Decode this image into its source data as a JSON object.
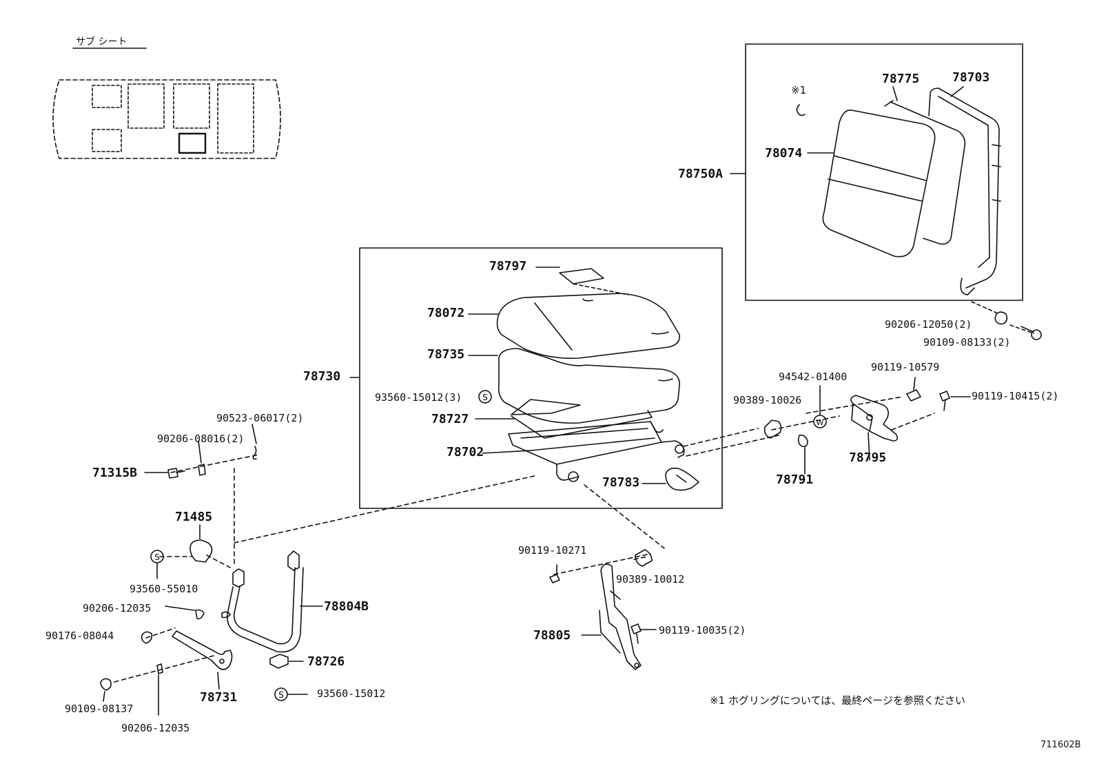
{
  "inset_title": "サブ シート",
  "note_mark": "※1",
  "note_text": "※1 ホグリングについては、最終ページを参照ください",
  "figure_id": "711602B",
  "circle_s": "S",
  "circle_w": "W",
  "parts": {
    "p78775": "78775",
    "p78703": "78703",
    "p78074": "78074",
    "p78750A": "78750A",
    "p78797": "78797",
    "p78072": "78072",
    "p78735": "78735",
    "p78730": "78730",
    "p93560_15012_3": "93560-15012(3)",
    "p78727": "78727",
    "p78702": "78702",
    "p78783": "78783",
    "p90206_12050": "90206-12050(2)",
    "p90109_08133": "90109-08133(2)",
    "p90119_10579": "90119-10579",
    "p94542_01400": "94542-01400",
    "p90389_10026": "90389-10026",
    "p90119_10415": "90119-10415(2)",
    "p78795": "78795",
    "p78791": "78791",
    "p90523_06017": "90523-06017(2)",
    "p90206_08016": "90206-08016(2)",
    "p71315B": "71315B",
    "p71485": "71485",
    "p93560_55010": "93560-55010",
    "p90206_12035a": "90206-12035",
    "p78804B": "78804B",
    "p90176_08044": "90176-08044",
    "p78726": "78726",
    "p90109_08137": "90109-08137",
    "p78731": "78731",
    "p93560_15012": "93560-15012",
    "p90206_12035b": "90206-12035",
    "p90119_10271": "90119-10271",
    "p90389_10012": "90389-10012",
    "p78805": "78805",
    "p90119_10035": "90119-10035(2)"
  }
}
